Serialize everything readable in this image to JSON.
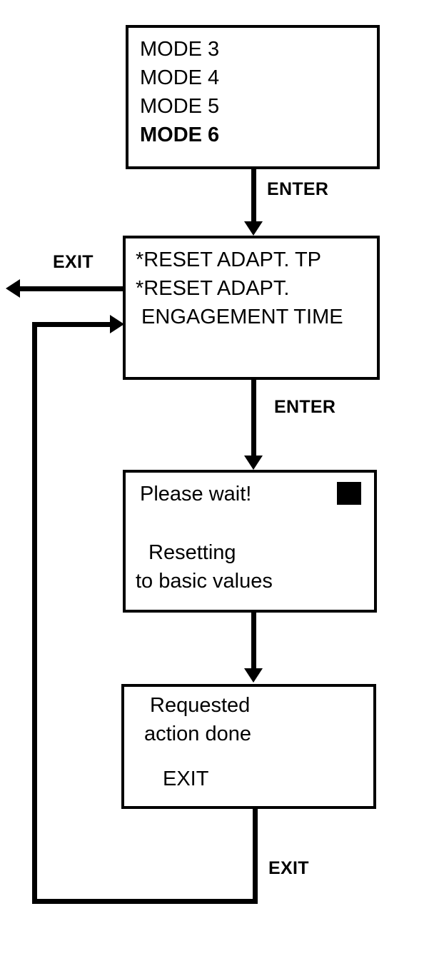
{
  "diagram": {
    "title": "Mode 6 reset adaptation menu flow",
    "colors": {
      "line": "#000000",
      "background": "#ffffff",
      "text": "#000000"
    },
    "boxes": [
      {
        "id": "mode-list",
        "lines": [
          {
            "text": "MODE 3",
            "bold": false
          },
          {
            "text": "MODE 4",
            "bold": false
          },
          {
            "text": "MODE 5",
            "bold": false
          },
          {
            "text": "MODE 6",
            "bold": true
          }
        ]
      },
      {
        "id": "reset-menu",
        "lines": [
          {
            "text": "*RESET ADAPT. TP",
            "bold": false
          },
          {
            "text": "*RESET ADAPT.",
            "bold": false
          },
          {
            "text": " ENGAGEMENT TIME",
            "bold": false
          }
        ]
      },
      {
        "id": "please-wait",
        "lines": [
          {
            "text": "Please wait!",
            "bold": false
          },
          {
            "text": "Resetting",
            "bold": false
          },
          {
            "text": "to basic values",
            "bold": false
          }
        ],
        "indicator": "busy-square"
      },
      {
        "id": "action-done",
        "lines": [
          {
            "text": "Requested",
            "bold": false
          },
          {
            "text": "action done",
            "bold": false
          },
          {
            "text": "EXIT",
            "bold": false
          }
        ]
      }
    ],
    "edge_labels": {
      "enter_1": "ENTER",
      "exit_left": "EXIT",
      "enter_2": "ENTER",
      "exit_bottom": "EXIT"
    }
  }
}
